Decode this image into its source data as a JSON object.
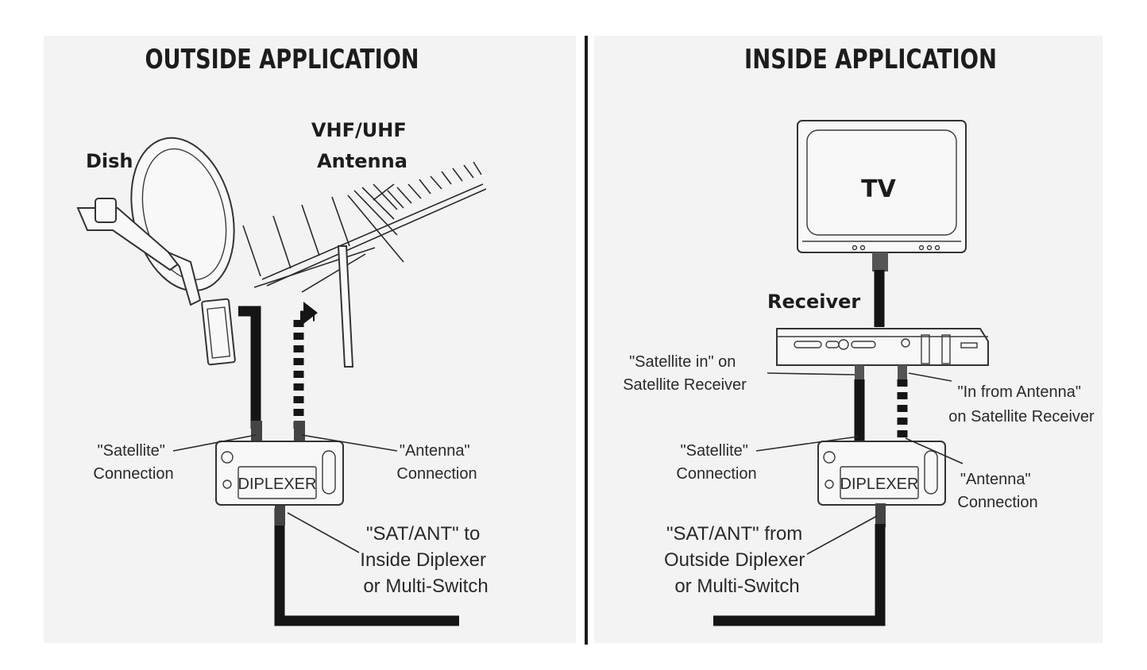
{
  "outside": {
    "title": "OUTSIDE APPLICATION",
    "dish_label": "Dish",
    "antenna_label": [
      "VHF/UHF",
      "Antenna"
    ],
    "diplexer_label": "DIPLEXER",
    "satellite_callout": [
      "\"Satellite\"",
      "Connection"
    ],
    "antenna_callout": [
      "\"Antenna\"",
      "Connection"
    ],
    "satant_callout": [
      "\"SAT/ANT\" to",
      "Inside Diplexer",
      "or Multi-Switch"
    ]
  },
  "inside": {
    "title": "INSIDE APPLICATION",
    "tv_label": "TV",
    "receiver_label": "Receiver",
    "diplexer_label": "DIPLEXER",
    "satellite_in_callout": [
      "\"Satellite in\" on",
      "Satellite Receiver"
    ],
    "in_from_antenna_callout": [
      "\"In from Antenna\"",
      "on Satellite Receiver"
    ],
    "satellite_callout": [
      "\"Satellite\"",
      "Connection"
    ],
    "antenna_callout": [
      "\"Antenna\"",
      "Connection"
    ],
    "satant_callout": [
      "\"SAT/ANT\" from",
      "Outside Diplexer",
      "or Multi-Switch"
    ]
  },
  "colors": {
    "ink": "#1c1c1c",
    "panel": "#f3f3f3",
    "divider": "#1a1a1a"
  }
}
